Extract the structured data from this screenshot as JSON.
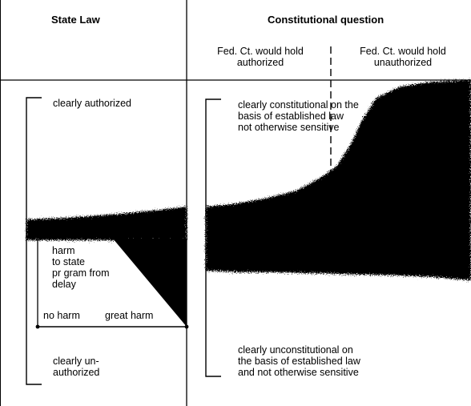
{
  "headers": {
    "state_law": "State Law",
    "constitutional_question": "Constitutional question",
    "fed_authorized": [
      "Fed. Ct. would hold",
      "authorized"
    ],
    "fed_unauthorized": [
      "Fed. Ct. would hold",
      "unauthorized"
    ]
  },
  "state_law": {
    "clearly_authorized": "clearly authorized",
    "clearly_unauthorized": [
      "clearly un-",
      "authorized"
    ],
    "harm_label": [
      "harm",
      "to state",
      "pr gram from",
      "delay"
    ],
    "no_harm": "no harm",
    "great_harm": "great harm"
  },
  "constitutional": {
    "clearly_constitutional": [
      "clearly constitutional on the",
      "basis of established law",
      "not otherwise sensitive"
    ],
    "clearly_unconstitutional": [
      "clearly unconstitutional on",
      "the basis of established law",
      "and not otherwise sensitive"
    ]
  },
  "colors": {
    "ink": "#000000",
    "paper": "#ffffff"
  }
}
